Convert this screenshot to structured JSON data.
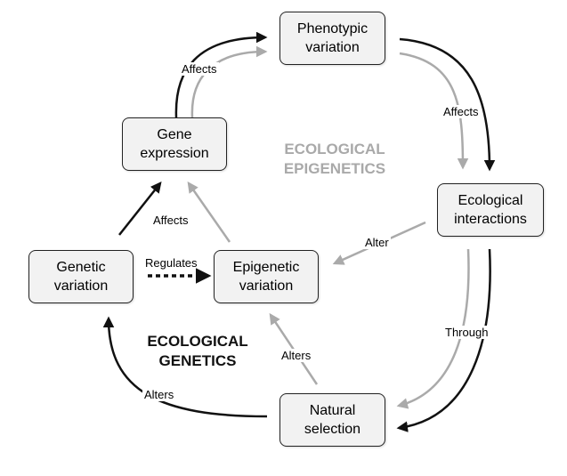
{
  "nodes": {
    "phenotypic_variation": "Phenotypic\nvariation",
    "gene_expression": "Gene\nexpression",
    "ecological_interactions": "Ecological\ninteractions",
    "genetic_variation": "Genetic\nvariation",
    "epigenetic_variation": "Epigenetic\nvariation",
    "natural_selection": "Natural\nselection"
  },
  "edge_labels": {
    "affects_top": "Affects",
    "affects_right": "Affects",
    "affects_middle": "Affects",
    "regulates": "Regulates",
    "alter": "Alter",
    "through": "Through",
    "alters_bottom_left": "Alters",
    "alters_middle": "Alters"
  },
  "regions": {
    "ecological_genetics": "ECOLOGICAL\nGENETICS",
    "ecological_epigenetics": "ECOLOGICAL\nEPIGENETICS"
  },
  "colors": {
    "genetics_arrow": "#111111",
    "epigenetics_arrow": "#aaaaaa",
    "node_fill": "#f2f2f2"
  }
}
